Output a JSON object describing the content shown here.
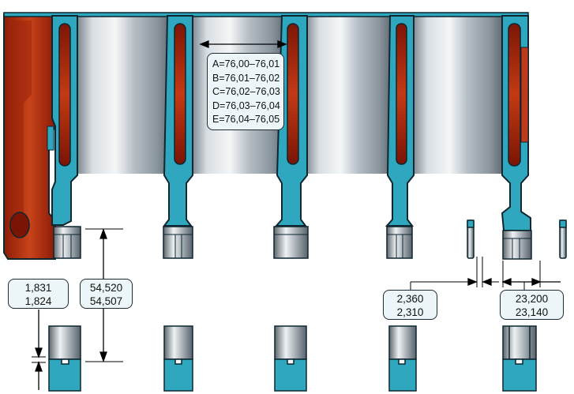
{
  "bore_grades": [
    {
      "letter": "A",
      "range": "A=76,00–76,01"
    },
    {
      "letter": "B",
      "range": "B=76,01–76,02"
    },
    {
      "letter": "C",
      "range": "C=76,02–76,03"
    },
    {
      "letter": "D",
      "range": "D=76,03–76,04"
    },
    {
      "letter": "E",
      "range": "E=76,04–76,05"
    }
  ],
  "dimensions": {
    "bearing_shell_thickness": {
      "max": "1,831",
      "min": "1,824"
    },
    "main_bearing_housing": {
      "max": "54,520",
      "min": "54,507"
    },
    "thrust_washer_thickness": {
      "max": "2,360",
      "min": "2,310"
    },
    "thrust_journal_width": {
      "max": "23,200",
      "min": "23,140"
    }
  },
  "colors": {
    "coolant_jacket": "#2fa8bf",
    "outline": "#0d2630",
    "block_red": "#b02a0e",
    "cylinder_steel": "#b9c2c9",
    "callout_fill": "#ecf6f8"
  }
}
